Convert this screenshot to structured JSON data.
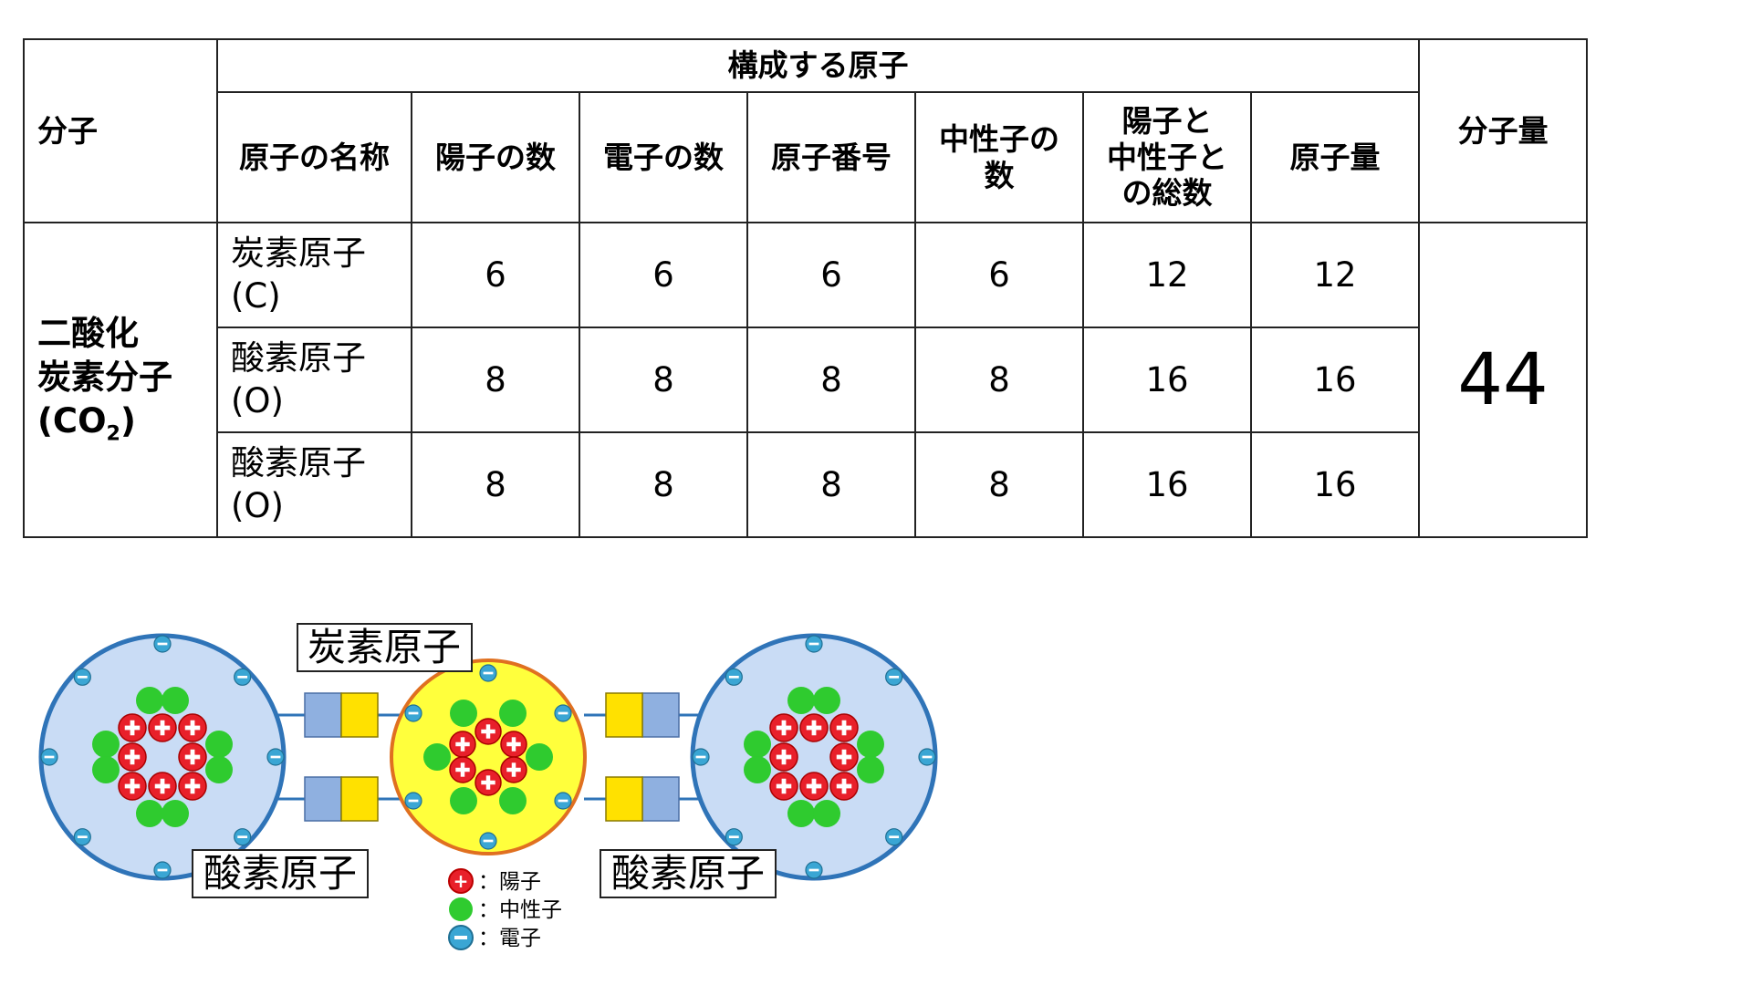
{
  "table": {
    "header_molecule": "分子",
    "header_group": "構成する原子",
    "header_molar_mass": "分子量",
    "col_name": "原子の名称",
    "col_protons": "陽子の数",
    "col_electrons": "電子の数",
    "col_atomic_number": "原子番号",
    "col_neutrons_line1": "中性子の",
    "col_neutrons_line2": "数",
    "col_total_line1": "陽子と",
    "col_total_line2": "中性子と",
    "col_total_line3": "の総数",
    "col_atomic_mass": "原子量",
    "molecule_line1": "二酸化",
    "molecule_line2": "炭素分子",
    "molecule_formula_open": "(CO",
    "molecule_formula_sub": "2",
    "molecule_formula_close": ")",
    "molar_mass": "44",
    "rows": [
      {
        "name_line1": "炭素原子",
        "name_line2": "(C)",
        "protons": "6",
        "electrons": "6",
        "atomic_number": "6",
        "neutrons": "6",
        "total": "12",
        "atomic_mass": "12"
      },
      {
        "name_line1": "酸素原子",
        "name_line2": "(O)",
        "protons": "8",
        "electrons": "8",
        "atomic_number": "8",
        "neutrons": "8",
        "total": "16",
        "atomic_mass": "16"
      },
      {
        "name_line1": "酸素原子",
        "name_line2": "(O)",
        "protons": "8",
        "electrons": "8",
        "atomic_number": "8",
        "neutrons": "8",
        "total": "16",
        "atomic_mass": "16"
      }
    ]
  },
  "diagram": {
    "label_carbon": "炭素原子",
    "label_oxygen_left": "酸素原子",
    "label_oxygen_right": "酸素原子",
    "legend_proton": "：陽子",
    "legend_neutron": "：中性子",
    "legend_electron": "：電子",
    "colors": {
      "proton": "#e8202a",
      "neutron": "#2fcb2f",
      "electron": "#3aa6d4",
      "oxygen_fill": "#c9dcf5",
      "carbon_fill": "#ffff3c",
      "shell": "#2f74b8",
      "connector_blue": "#8fb0e0",
      "connector_yellow": "#ffe100"
    }
  }
}
